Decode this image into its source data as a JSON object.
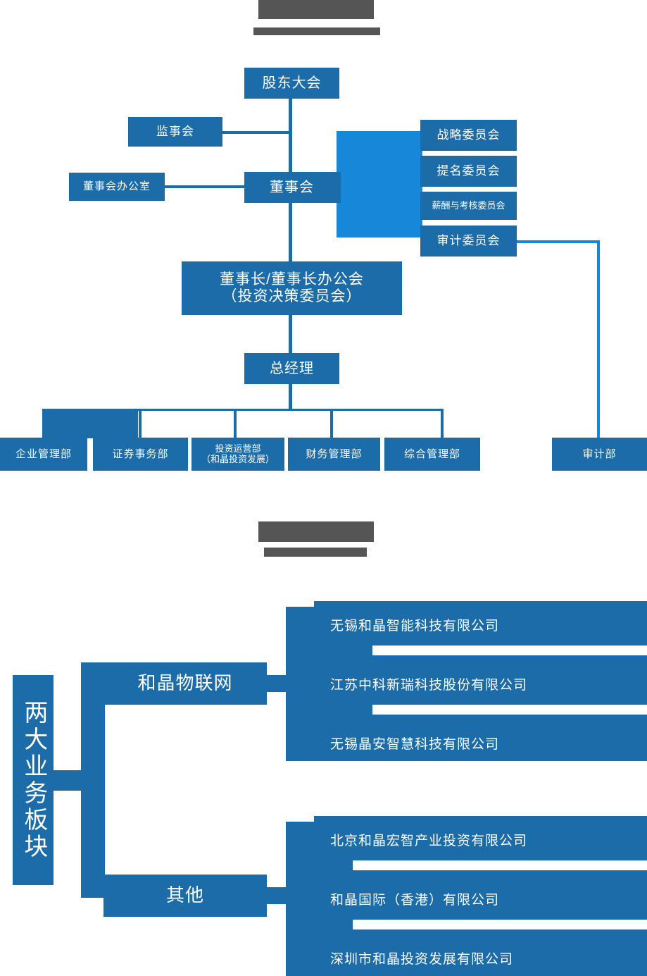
{
  "colors": {
    "box_blue": "#1b6ca8",
    "light_blue": "#1787d9",
    "redact_gray": "#555555",
    "text_white": "#ffffff",
    "page_bg": "#ffffff"
  },
  "sections": [
    {
      "id": "governance",
      "title_redacted": true,
      "title": ""
    },
    {
      "id": "business-segments",
      "title_redacted": true,
      "title": ""
    }
  ],
  "governance_chart": {
    "type": "diagram",
    "nodes": {
      "shareholders_meeting": "股东大会",
      "supervisory_board": "监事会",
      "board_of_directors": "董事会",
      "board_office": "董事会办公室",
      "chairman_office": "董事长/董事长办公会\n（投资决策委员会）",
      "chairman_office_line1": "董事长/董事长办公会",
      "chairman_office_line2": "（投资决策委员会）",
      "general_manager": "总经理",
      "audit_department": "审计部"
    },
    "committees": [
      "战略委员会",
      "提名委员会",
      "薪酬与考核委员会",
      "审计委员会"
    ],
    "departments": [
      {
        "line1": "企业管理部",
        "line2": ""
      },
      {
        "line1": "证券事务部",
        "line2": ""
      },
      {
        "line1": "投资运营部",
        "line2": "（和晶投资发展）"
      },
      {
        "line1": "财务管理部",
        "line2": ""
      },
      {
        "line1": "综合管理部",
        "line2": ""
      }
    ]
  },
  "business_chart": {
    "type": "diagram",
    "root": "两大业务板块",
    "branches": [
      {
        "name": "和晶物联网",
        "companies": [
          "无锡和晶智能科技有限公司",
          "江苏中科新瑞科技股份有限公司",
          "无锡晶安智慧科技有限公司"
        ]
      },
      {
        "name": "其他",
        "companies": [
          "北京和晶宏智产业投资有限公司",
          "和晶国际（香港）有限公司",
          "深圳市和晶投资发展有限公司"
        ]
      }
    ]
  }
}
